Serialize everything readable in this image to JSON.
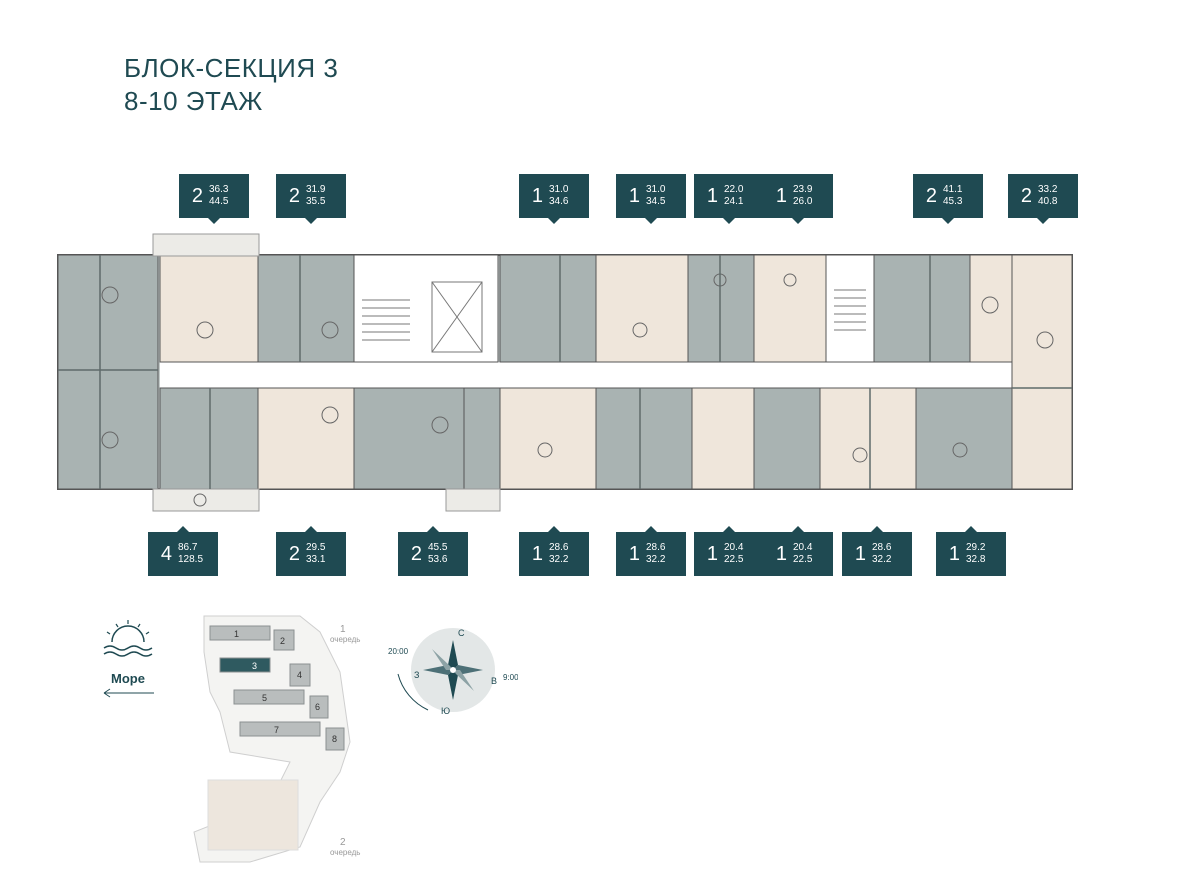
{
  "header": {
    "line1": "БЛОК-СЕКЦИЯ 3",
    "line2": "8-10 ЭТАЖ"
  },
  "apartments_top": [
    {
      "rooms": "2",
      "living": "36.3",
      "total": "44.5"
    },
    {
      "rooms": "2",
      "living": "31.9",
      "total": "35.5"
    },
    {
      "rooms": "1",
      "living": "31.0",
      "total": "34.6"
    },
    {
      "rooms": "1",
      "living": "31.0",
      "total": "34.5"
    },
    {
      "rooms": "1",
      "living": "22.0",
      "total": "24.1"
    },
    {
      "rooms": "1",
      "living": "23.9",
      "total": "26.0"
    },
    {
      "rooms": "2",
      "living": "41.1",
      "total": "45.3"
    },
    {
      "rooms": "2",
      "living": "33.2",
      "total": "40.8"
    }
  ],
  "apartments_bottom": [
    {
      "rooms": "4",
      "living": "86.7",
      "total": "128.5"
    },
    {
      "rooms": "2",
      "living": "29.5",
      "total": "33.1"
    },
    {
      "rooms": "2",
      "living": "45.5",
      "total": "53.6"
    },
    {
      "rooms": "1",
      "living": "28.6",
      "total": "32.2"
    },
    {
      "rooms": "1",
      "living": "28.6",
      "total": "32.2"
    },
    {
      "rooms": "1",
      "living": "20.4",
      "total": "22.5"
    },
    {
      "rooms": "1",
      "living": "20.4",
      "total": "22.5"
    },
    {
      "rooms": "1",
      "living": "28.6",
      "total": "32.2"
    },
    {
      "rooms": "1",
      "living": "29.2",
      "total": "32.8"
    }
  ],
  "sea": {
    "label": "Море",
    "icon": "sun-over-waves-icon"
  },
  "sitemap": {
    "sections": [
      "1",
      "2",
      "3",
      "4",
      "5",
      "6",
      "7",
      "8"
    ],
    "highlighted": "3",
    "queue1_num": "1",
    "queue1_label": "очередь",
    "queue2_num": "2",
    "queue2_label": "очередь"
  },
  "compass": {
    "north": "С",
    "east": "В",
    "south": "Ю",
    "west": "З",
    "time_west": "20:00",
    "time_east": "9:00"
  },
  "colors": {
    "accent": "#1f4a52",
    "apartment_gray": "#a9b3b2",
    "apartment_beige": "#efe6db",
    "wall": "#5f6b6b",
    "highlight": "#2f5a60"
  }
}
